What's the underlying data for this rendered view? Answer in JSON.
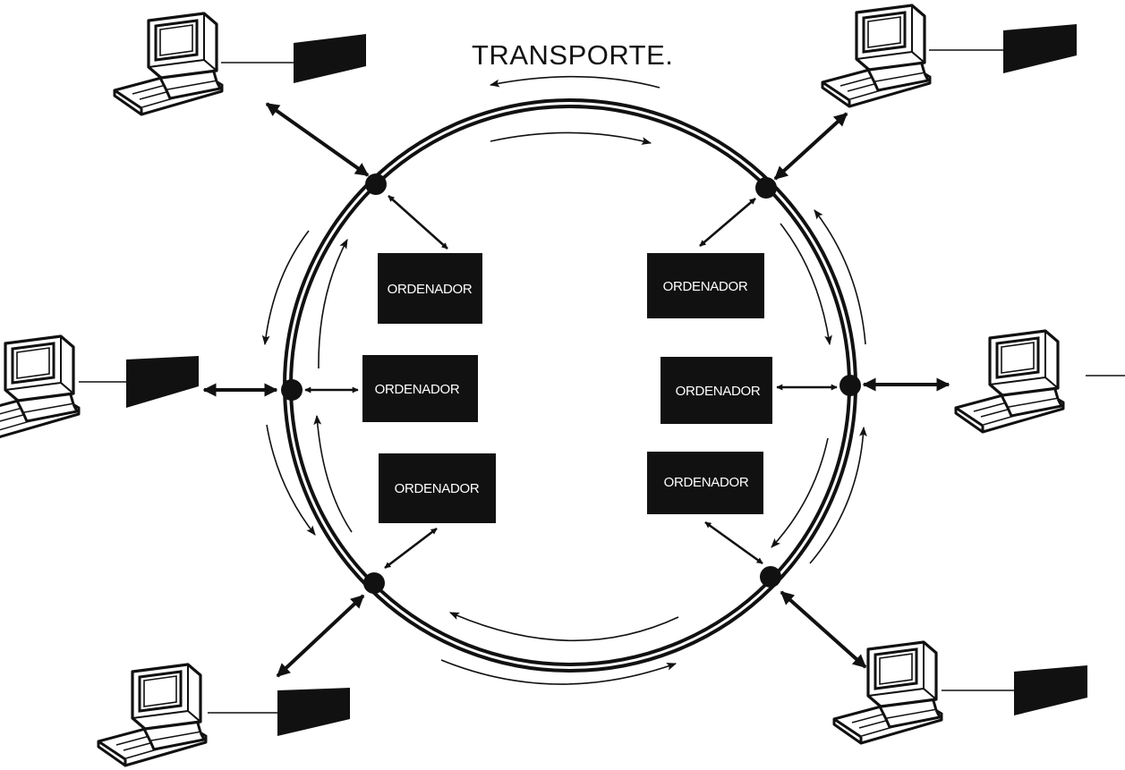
{
  "diagram": {
    "title": "TRANSPORTE.",
    "ordenadores": {
      "top_left": "ORDENADOR",
      "middle_left": "ORDENADOR",
      "bottom_left": "ORDENADOR",
      "top_right": "ORDENADOR",
      "middle_right": "ORDENADOR",
      "bottom_right": "ORDENADOR"
    },
    "colors": {
      "ink": "#111111",
      "paper": "#ffffff",
      "box_text": "#ffffff"
    },
    "icons": {
      "terminal": "computer-terminal-icon",
      "printer": "peripheral-block-icon",
      "node": "ring-node-icon",
      "link": "double-headed-arrow-icon",
      "flow": "flow-direction-arrow-icon"
    }
  }
}
